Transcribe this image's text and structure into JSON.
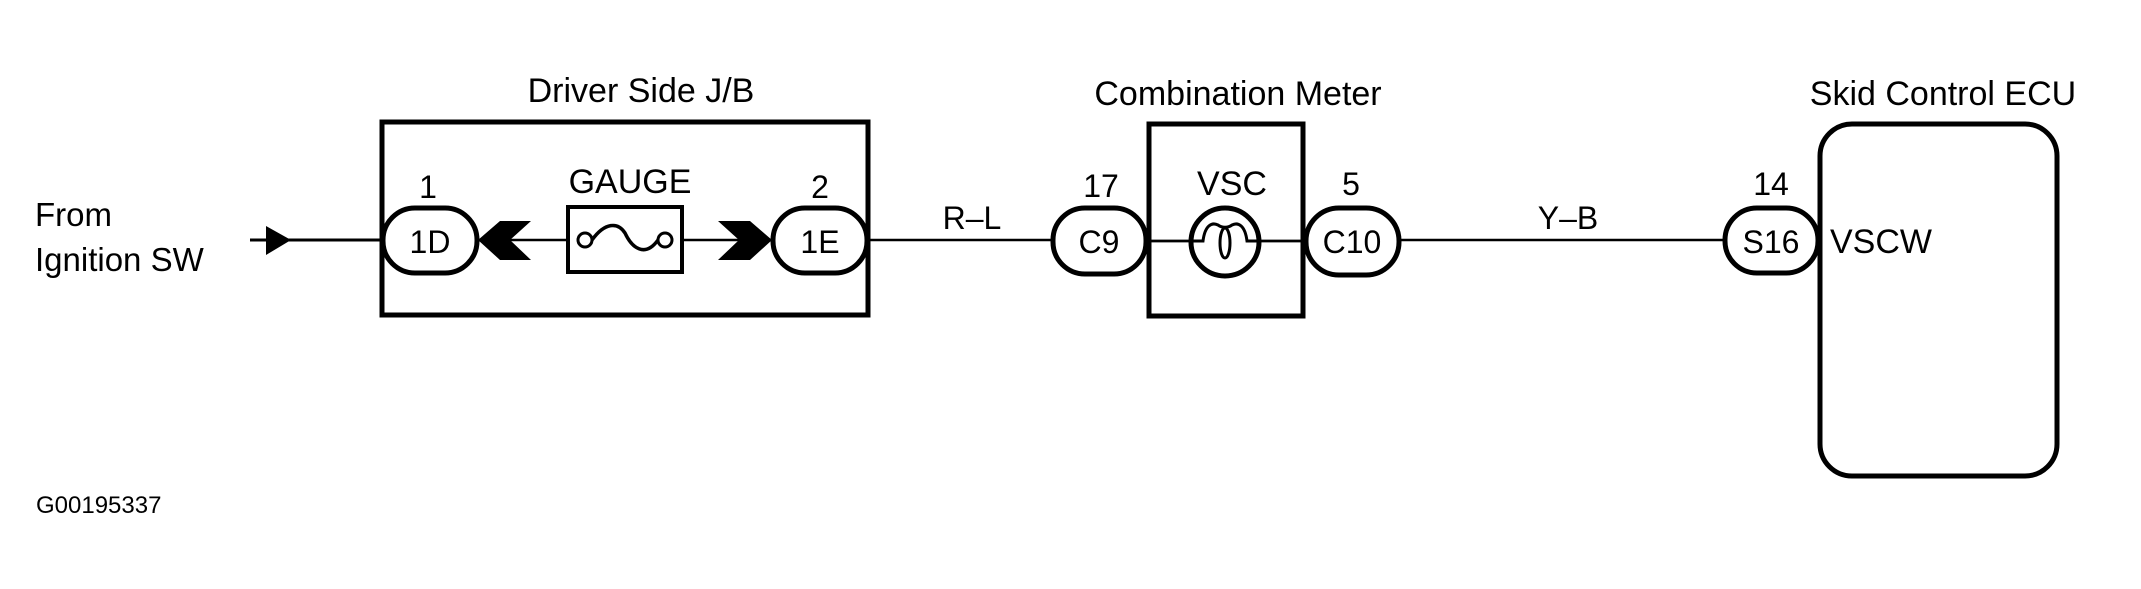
{
  "diagram": {
    "type": "wiring-diagram",
    "figure_id": "G00195337",
    "colors": {
      "line": "#000000",
      "background": "#ffffff"
    },
    "source": {
      "label_line1": "From",
      "label_line2": "Ignition SW",
      "icon": "arrow-right-icon"
    },
    "components": {
      "junction_block": {
        "title": "Driver Side J/B",
        "fuse": {
          "label": "GAUGE",
          "icon": "fuse-icon"
        },
        "connectors": [
          {
            "pin": "1",
            "code": "1D",
            "icon": "connector-chevron-left-icon"
          },
          {
            "pin": "2",
            "code": "1E",
            "icon": "connector-chevron-right-icon"
          }
        ]
      },
      "combination_meter": {
        "title": "Combination Meter",
        "lamp": {
          "label": "VSC",
          "icon": "indicator-lamp-icon"
        },
        "connectors": [
          {
            "pin": "17",
            "code": "C9"
          },
          {
            "pin": "5",
            "code": "C10"
          }
        ]
      },
      "ecu": {
        "title": "Skid Control ECU",
        "terminal": "VSCW",
        "connector": {
          "pin": "14",
          "code": "S16"
        }
      }
    },
    "wires": [
      {
        "from": "1E",
        "to": "C9",
        "color_code": "R–L"
      },
      {
        "from": "C10",
        "to": "S16",
        "color_code": "Y–B"
      }
    ]
  }
}
